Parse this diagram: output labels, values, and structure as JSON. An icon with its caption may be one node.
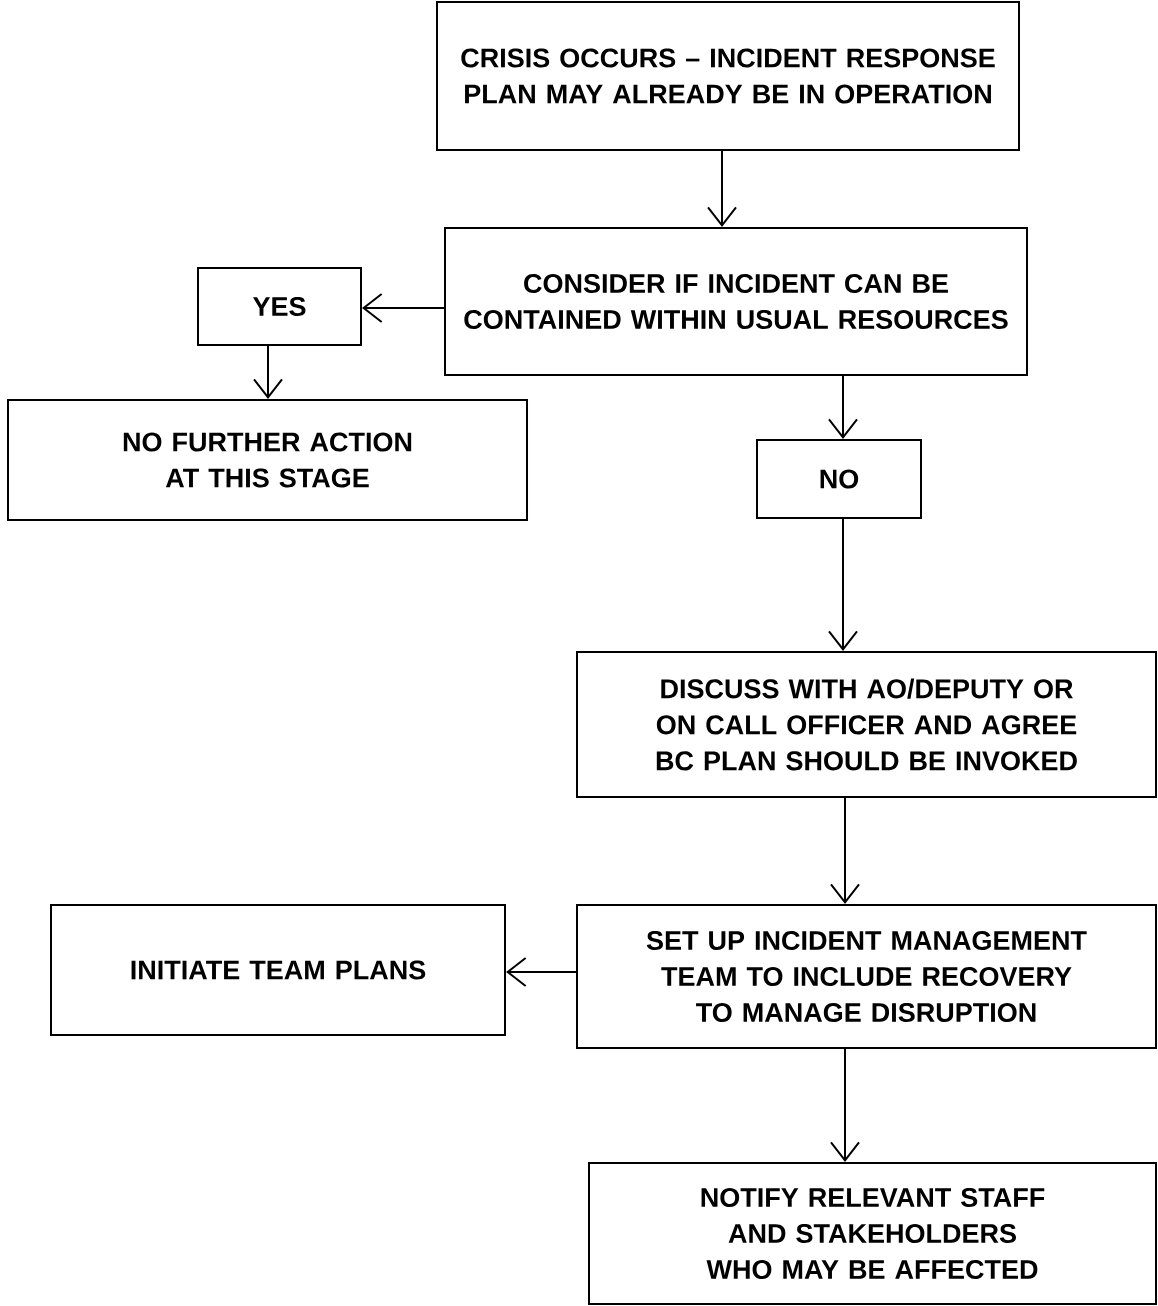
{
  "diagram": {
    "nodes": [
      {
        "text": [
          "CRISIS OCCURS – INCIDENT RESPONSE PLAN MAY ALREADY BE IN OPERATION"
        ]
      },
      {
        "text": [
          "CONSIDER IF INCIDENT CAN BE CONTAINED WITHIN USUAL RESOURCES"
        ]
      },
      {
        "text": [
          "YES"
        ]
      },
      {
        "text": [
          "NO FURTHER ACTION AT THIS STAGE"
        ]
      },
      {
        "text": [
          "NO"
        ]
      },
      {
        "text": [
          "DISCUSS WITH AO/DEPUTY OR ON CALL OFFICER AND AGREE BC PLAN SHOULD BE INVOKED"
        ]
      },
      {
        "text": [
          "SET UP INCIDENT MANAGEMENT TEAM TO INCLUDE RECOVERY TO MANAGE DISRUPTION"
        ]
      },
      {
        "text": [
          "INITIATE TEAM PLANS"
        ]
      },
      {
        "text": [
          "NOTIFY RELEVANT STAFF AND STAKEHOLDERS WHO MAY BE AFFECTED"
        ]
      }
    ],
    "edges": [
      {
        "from": 0,
        "to": 1,
        "arrow": "to"
      },
      {
        "from": 1,
        "to": 2,
        "arrow": "to"
      },
      {
        "from": 2,
        "to": 3,
        "arrow": "to"
      },
      {
        "from": 1,
        "to": 4,
        "arrow": "to"
      },
      {
        "from": 4,
        "to": 5,
        "arrow": "to"
      },
      {
        "from": 5,
        "to": 6,
        "arrow": "to"
      },
      {
        "from": 6,
        "to": 7,
        "arrow": "to"
      },
      {
        "from": 6,
        "to": 8,
        "arrow": "to"
      }
    ]
  }
}
